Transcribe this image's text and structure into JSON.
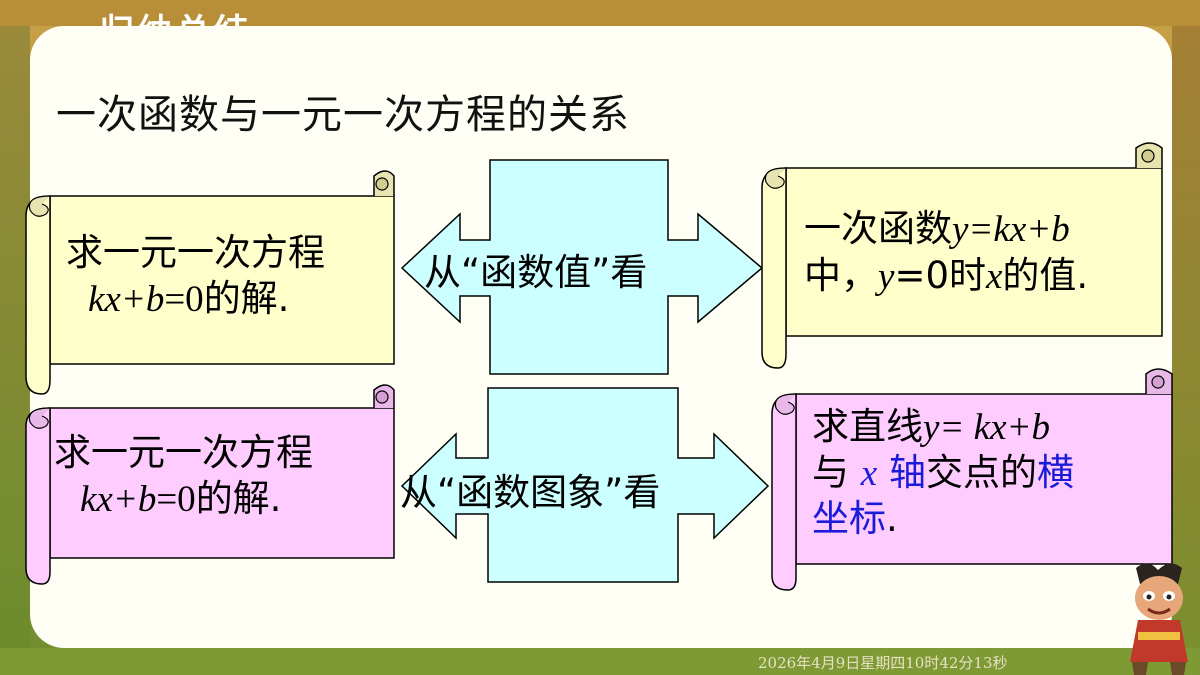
{
  "header": {
    "title": "归纳总结"
  },
  "slide": {
    "title": "一次函数与一元一次方程的关系"
  },
  "row1": {
    "left": {
      "line1": "求一元一次方程",
      "eq": "kx+b",
      "eq_tail": "=0",
      "tail": "的解."
    },
    "arrow": {
      "label": "从“函数值”看"
    },
    "right": {
      "line1_a": "一次函数",
      "line1_fn": "y=kx+b",
      "line2_a": "中，",
      "line2_y": "y",
      "line2_b": "=0时",
      "line2_x": "x",
      "line2_c": "的值."
    }
  },
  "row2": {
    "left": {
      "line1": "求一元一次方程",
      "eq": "kx+b",
      "eq_tail": "=0",
      "tail": "的解."
    },
    "arrow": {
      "label": "从“函数图象”看"
    },
    "right": {
      "line1_a": "求直线",
      "line1_fn": "y= kx+b",
      "line2_a": "与 ",
      "line2_x": "x",
      "line2_axis": " 轴",
      "line2_b": "交点的",
      "line2_heng": "横",
      "line3": "坐标",
      "line3_dot": "."
    }
  },
  "footer": {
    "timestamp": "2026年4月9日星期四10时42分13秒"
  },
  "colors": {
    "yellow_scroll": "#ffffcc",
    "pink_scroll": "#ffccff",
    "arrow_fill": "#ccffff",
    "accent_blue": "#1b1bd9"
  }
}
